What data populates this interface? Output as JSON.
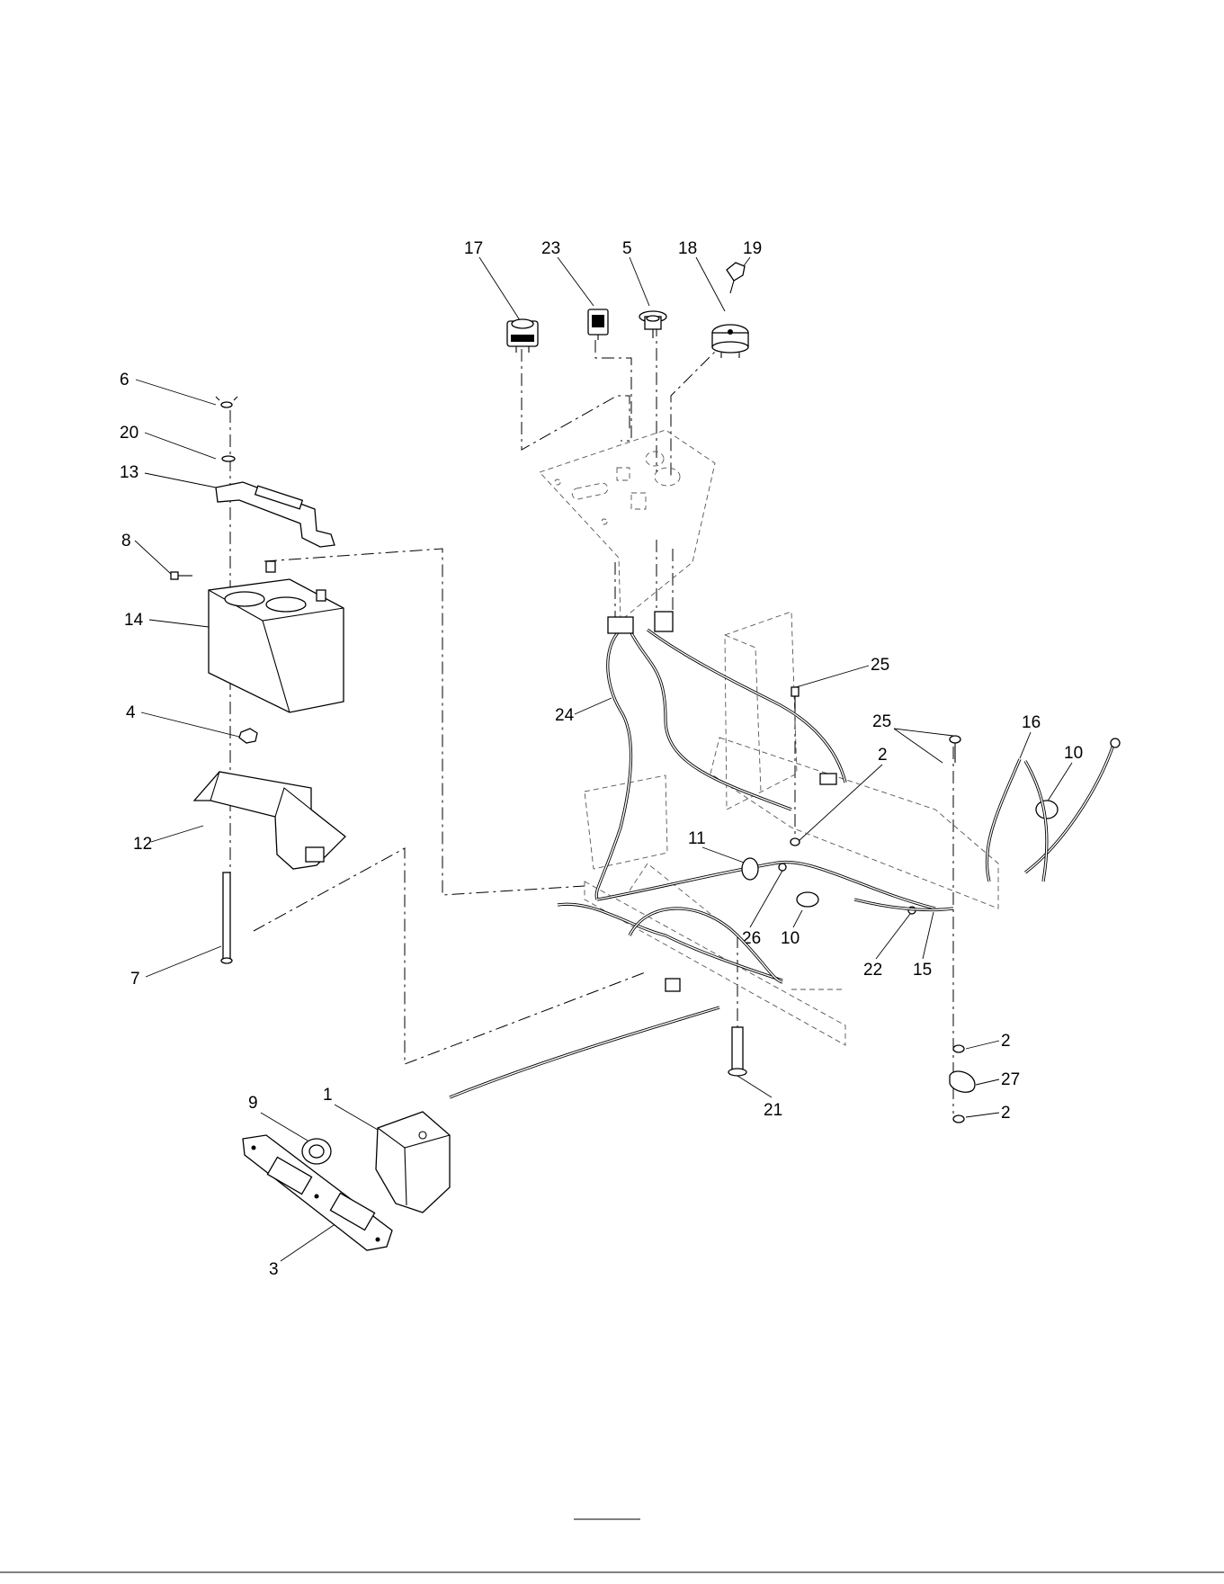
{
  "callouts": [
    {
      "id": "c17",
      "label": "17"
    },
    {
      "id": "c23",
      "label": "23"
    },
    {
      "id": "c5",
      "label": "5"
    },
    {
      "id": "c18",
      "label": "18"
    },
    {
      "id": "c19",
      "label": "19"
    },
    {
      "id": "c6",
      "label": "6"
    },
    {
      "id": "c20",
      "label": "20"
    },
    {
      "id": "c13",
      "label": "13"
    },
    {
      "id": "c8",
      "label": "8"
    },
    {
      "id": "c14",
      "label": "14"
    },
    {
      "id": "c4",
      "label": "4"
    },
    {
      "id": "c12",
      "label": "12"
    },
    {
      "id": "c7",
      "label": "7"
    },
    {
      "id": "c25a",
      "label": "25"
    },
    {
      "id": "c25b",
      "label": "25"
    },
    {
      "id": "c16",
      "label": "16"
    },
    {
      "id": "c10a",
      "label": "10"
    },
    {
      "id": "c24",
      "label": "24"
    },
    {
      "id": "c2a",
      "label": "2"
    },
    {
      "id": "c11",
      "label": "11"
    },
    {
      "id": "c26",
      "label": "26"
    },
    {
      "id": "c10b",
      "label": "10"
    },
    {
      "id": "c22",
      "label": "22"
    },
    {
      "id": "c15",
      "label": "15"
    },
    {
      "id": "c2b",
      "label": "2"
    },
    {
      "id": "c27",
      "label": "27"
    },
    {
      "id": "c2c",
      "label": "2"
    },
    {
      "id": "c9",
      "label": "9"
    },
    {
      "id": "c1",
      "label": "1"
    },
    {
      "id": "c21",
      "label": "21"
    },
    {
      "id": "c3",
      "label": "3"
    }
  ]
}
